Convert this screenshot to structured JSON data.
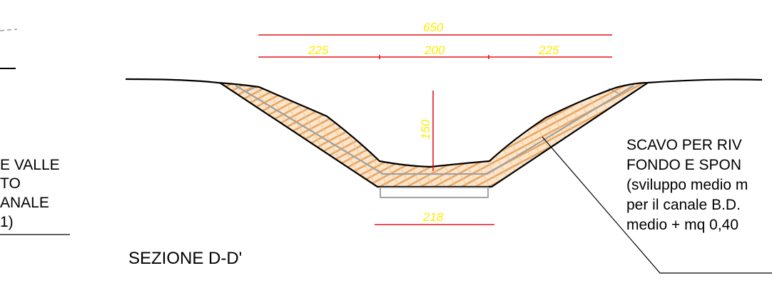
{
  "section_title": "SEZIONE D-D'",
  "dimensions": {
    "total_width": "650",
    "left_slope_width": "225",
    "bed_width": "200",
    "right_slope_width": "225",
    "depth": "150",
    "lining_width": "218"
  },
  "left_note_lines": [
    "E VALLE",
    "TO",
    "ANALE",
    "1)"
  ],
  "right_note_lines": [
    "SCAVO PER RIV",
    "FONDO E SPON",
    "(sviluppo medio m",
    "per il canale B.D.",
    "medio + mq  0,40"
  ],
  "colors": {
    "dimension_line": "#e8141c",
    "dimension_text": "#ffea00",
    "fill_hatch": "#e8a15a",
    "fill_background": "#fbe6cc",
    "outline": "#000000"
  }
}
